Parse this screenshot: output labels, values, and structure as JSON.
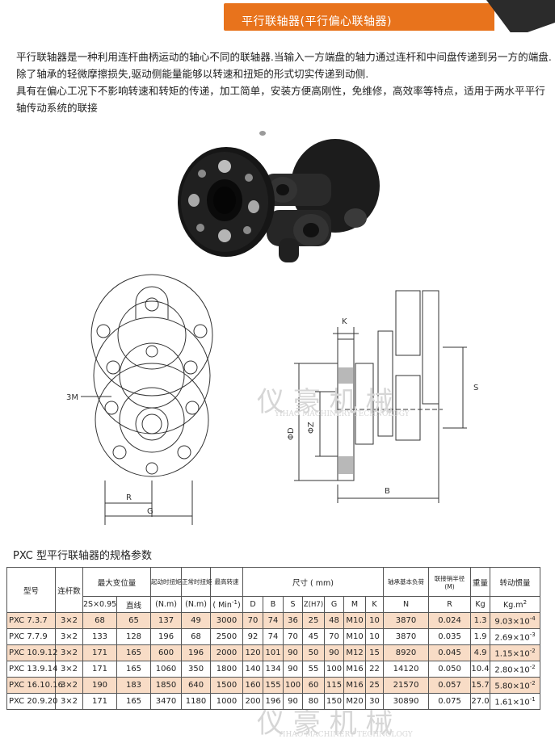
{
  "header": {
    "title": "平行联轴器(平行偏心联轴器)"
  },
  "intro": {
    "p1": "平行联轴器是一种利用连杆曲柄运动的轴心不同的联轴器.当输入一方端盘的轴力通过连杆和中间盘传递到另一方的端盘.除了轴承的轻微摩擦损失,驱动侧能量能够以转速和扭矩的形式切实传递到动侧.",
    "p2": "具有在偏心工况下不影响转速和转矩的传递，加工简单，安装方便高刚性，免维修，高效率等特点，适用于两水平平行轴传动系统的联接"
  },
  "drawing": {
    "label_3m": "3M",
    "label_r": "R",
    "label_g": "G",
    "label_k": "K",
    "label_s": "S",
    "label_phid": "ΦD",
    "label_phiz": "ΦZ",
    "label_b": "B"
  },
  "watermark": {
    "cn": "仪 豪 机 械",
    "en": "YIHAO MACHINERY TECHNOLOGY"
  },
  "section_title": "PXC 型平行联轴器的规格参数",
  "table": {
    "h_model": "型号",
    "h_links": "连杆数",
    "h_maxdisp": "最大变位量",
    "h_start_torque": "起动时扭矩",
    "h_normal_torque": "正常时扭矩",
    "h_max_speed": "最高转速",
    "h_dims": "尺寸 ( mm)",
    "h_bearing": "轴承基本负荷",
    "h_pin_radius": "联接销半径",
    "h_pin_radius_unit": "(M)",
    "h_weight": "重量",
    "h_inertia": "转动惯量",
    "s_2s": "2S×0.95",
    "s_straight": "直线",
    "s_nm1": "(N.m)",
    "s_nm2": "(N.m)",
    "s_min": "( Min",
    "s_min_sup": "-1",
    "s_min_end": ")",
    "s_D": "D",
    "s_B": "B",
    "s_S": "S",
    "s_Z": "Z(H7)",
    "s_G": "G",
    "s_M": "M",
    "s_K": "K",
    "s_N": "N",
    "s_R": "R",
    "s_Kg": "Kg",
    "s_kgm2": "Kg.m",
    "s_kgm2_sup": "2",
    "rows": [
      [
        "PXC 7.3.7",
        "3×2",
        "68",
        "65",
        "137",
        "49",
        "3000",
        "70",
        "74",
        "36",
        "25",
        "48",
        "M10",
        "10",
        "3870",
        "0.024",
        "1.3",
        "9.03×10",
        "-4"
      ],
      [
        "PXC 7.7.9",
        "3×2",
        "133",
        "128",
        "196",
        "68",
        "2500",
        "92",
        "74",
        "70",
        "45",
        "70",
        "M10",
        "10",
        "3870",
        "0.035",
        "1.9",
        "2.69×10",
        "-3"
      ],
      [
        "PXC 10.9.12",
        "3×2",
        "171",
        "165",
        "600",
        "196",
        "2000",
        "120",
        "101",
        "90",
        "50",
        "90",
        "M12",
        "15",
        "8920",
        "0.045",
        "4.9",
        "1.15×10",
        "-2"
      ],
      [
        "PXC 13.9.14",
        "3×2",
        "171",
        "165",
        "1060",
        "350",
        "1800",
        "140",
        "134",
        "90",
        "55",
        "100",
        "M16",
        "22",
        "14120",
        "0.050",
        "10.4",
        "2.80×10",
        "-2"
      ],
      [
        "PXC 16.10.16",
        "3×2",
        "190",
        "183",
        "1850",
        "640",
        "1500",
        "160",
        "155",
        "100",
        "60",
        "115",
        "M16",
        "25",
        "21570",
        "0.057",
        "15.7",
        "5.80×10",
        "-2"
      ],
      [
        "PXC 20.9.20",
        "3×2",
        "171",
        "165",
        "3470",
        "1180",
        "1000",
        "200",
        "196",
        "90",
        "80",
        "150",
        "M20",
        "30",
        "30890",
        "0.075",
        "27.0",
        "1.61×10",
        "-1"
      ]
    ],
    "highlight_rows": [
      0,
      2,
      4
    ]
  }
}
